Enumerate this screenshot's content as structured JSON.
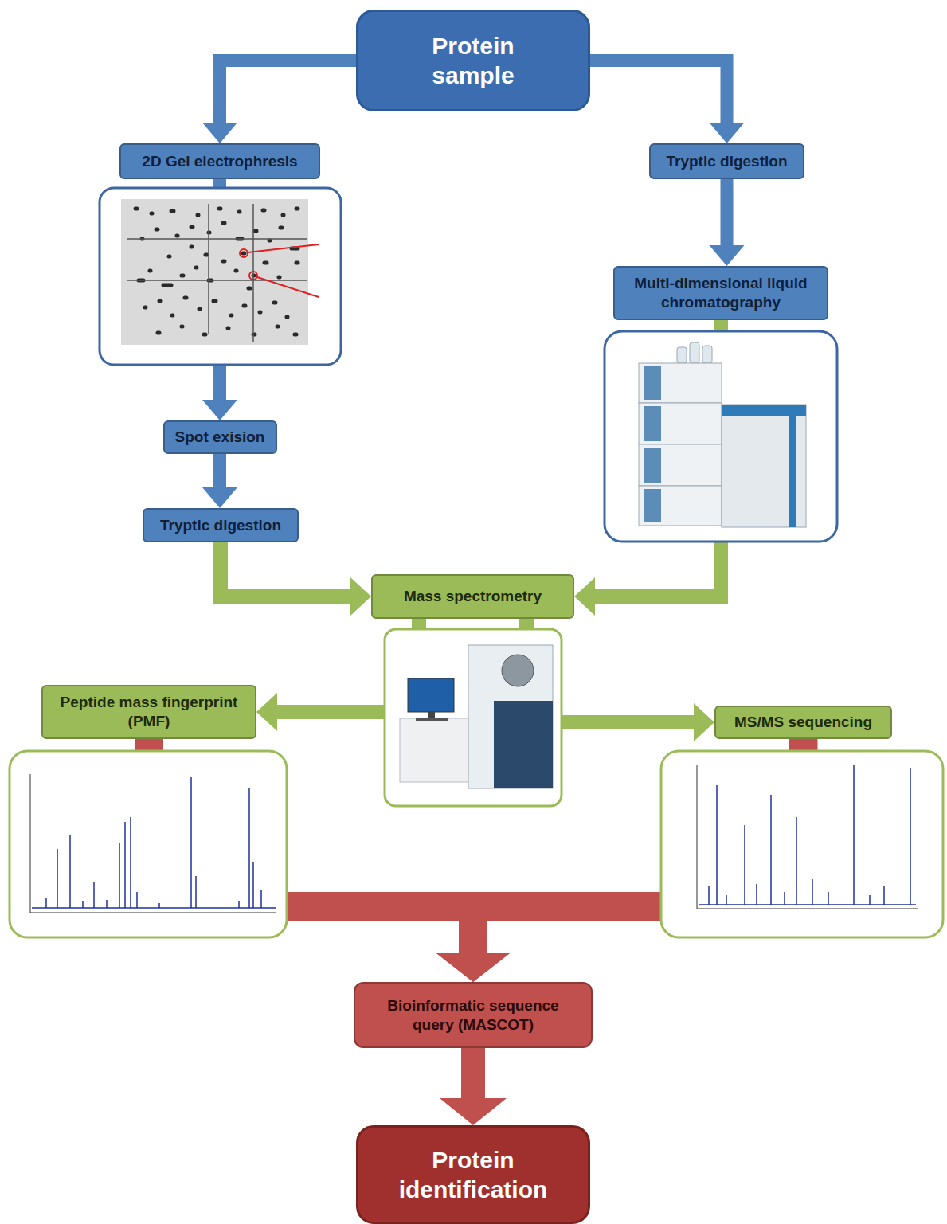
{
  "diagram": {
    "nodes": [
      {
        "text": [
          "Protein sample"
        ]
      },
      {
        "text": [
          "2D Gel electrophresis"
        ]
      },
      {
        "text": [
          "Tryptic digestion"
        ]
      },
      {
        "text": [
          "Multi-dimensional liquid chromatography"
        ]
      },
      {
        "text": [
          "Spot exision"
        ]
      },
      {
        "text": [
          "Tryptic digestion"
        ]
      },
      {
        "text": [
          "Mass spectrometry"
        ]
      },
      {
        "text": [
          "Peptide mass fingerprint (PMF)"
        ]
      },
      {
        "text": [
          "MS/MS sequencing"
        ]
      },
      {
        "text": [
          "Bioinformatic sequence query (MASCOT)"
        ]
      },
      {
        "text": [
          "Protein identification"
        ]
      }
    ],
    "edges": [
      {
        "from": 0,
        "to": 1,
        "arrow": "to"
      },
      {
        "from": 0,
        "to": 2,
        "arrow": "to"
      },
      {
        "from": 2,
        "to": 3,
        "arrow": "to"
      },
      {
        "from": 1,
        "to": 4,
        "arrow": "to"
      },
      {
        "from": 4,
        "to": 5,
        "arrow": "to"
      },
      {
        "from": 5,
        "to": 6,
        "arrow": "to"
      },
      {
        "from": 3,
        "to": 6,
        "arrow": "to"
      },
      {
        "from": 6,
        "to": 7,
        "arrow": "to"
      },
      {
        "from": 6,
        "to": 8,
        "arrow": "to"
      },
      {
        "from": 7,
        "to": 9,
        "arrow": "to"
      },
      {
        "from": 8,
        "to": 9,
        "arrow": "to"
      },
      {
        "from": 9,
        "to": 10,
        "arrow": "to"
      }
    ]
  }
}
